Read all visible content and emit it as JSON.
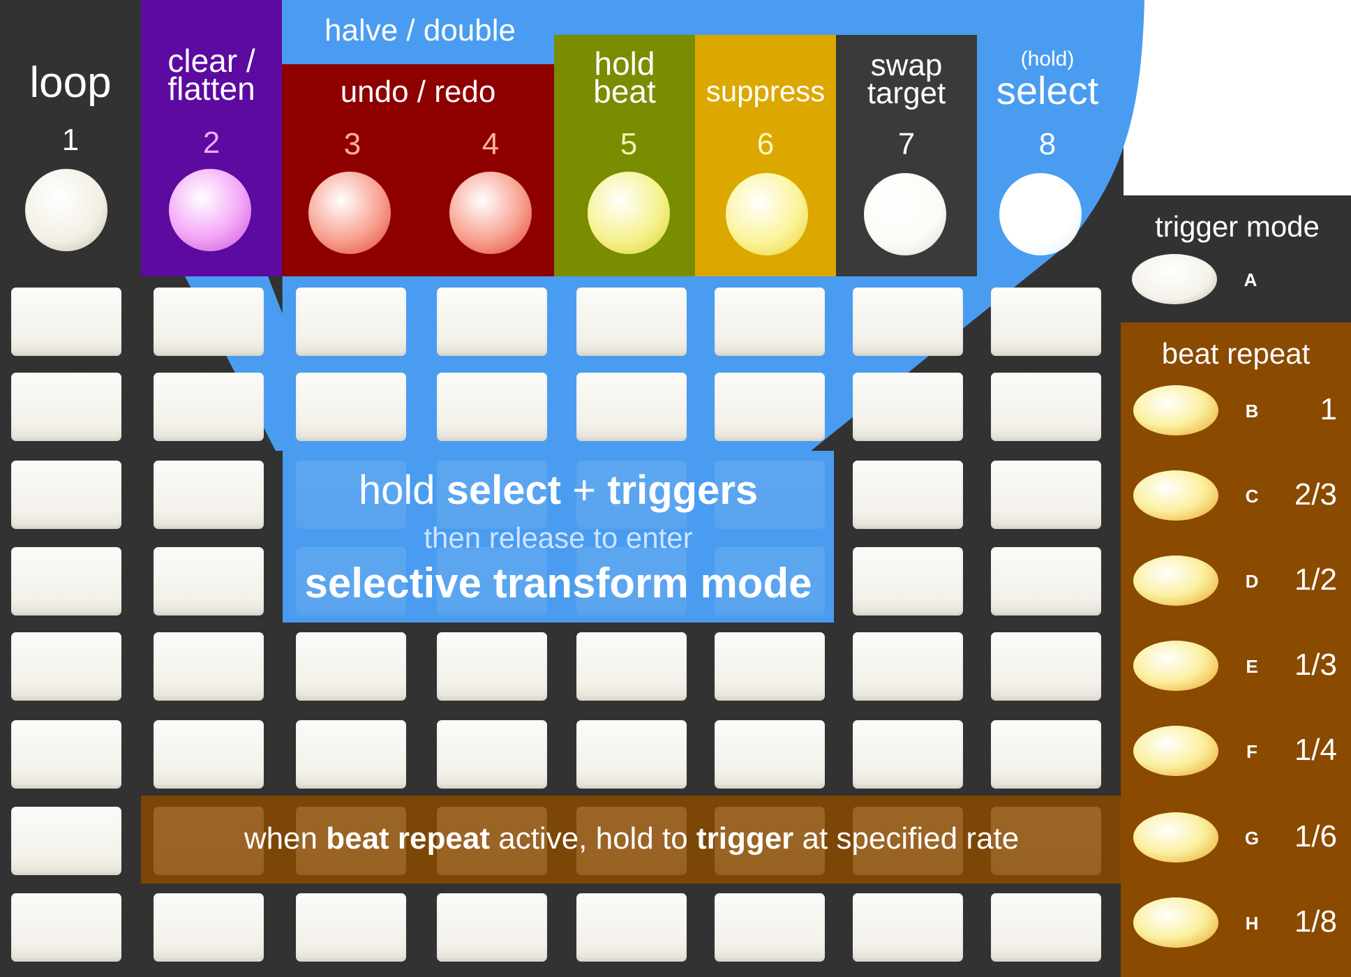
{
  "title": "Launchpad controller layout",
  "top_buttons": [
    {
      "number": "1",
      "label": "loop",
      "color": "#323232",
      "led": "#f2efe4"
    },
    {
      "number": "2",
      "label": "clear / flatten",
      "color": "#5c0aa0",
      "led": "#f4a6f8"
    },
    {
      "number": "3",
      "label": "undo / redo",
      "color": "#8e0000",
      "led": "#f8a090"
    },
    {
      "number": "4",
      "label": "undo / redo",
      "color": "#8e0000",
      "led": "#f8a090"
    },
    {
      "number": "5",
      "label": "hold beat",
      "color": "#7a8c00",
      "led": "#f6f290"
    },
    {
      "number": "6",
      "label": "suppress",
      "color": "#dca800",
      "led": "#fbf49a"
    },
    {
      "number": "7",
      "label": "swap target",
      "color": "#3a3a3a",
      "led": "#fbfbf6"
    },
    {
      "number": "8",
      "label": "select",
      "color": "#4a9cf0",
      "led": "#ffffff"
    }
  ],
  "labels": {
    "loop": "loop",
    "clear": "clear /",
    "flatten": "flatten",
    "halve_double": "halve / double",
    "undo_redo": "undo / redo",
    "hold_beat_1": "hold",
    "hold_beat_2": "beat",
    "suppress": "suppress",
    "swap_1": "swap",
    "swap_2": "target",
    "hold_paren": "(hold)",
    "select": "select",
    "trigger_mode": "trigger mode",
    "beat_repeat": "beat repeat"
  },
  "numbers": [
    "1",
    "2",
    "3",
    "4",
    "5",
    "6",
    "7",
    "8"
  ],
  "side_buttons": [
    {
      "letter": "A",
      "rate": ""
    },
    {
      "letter": "B",
      "rate": "1"
    },
    {
      "letter": "C",
      "rate": "2/3"
    },
    {
      "letter": "D",
      "rate": "1/2"
    },
    {
      "letter": "E",
      "rate": "1/3"
    },
    {
      "letter": "F",
      "rate": "1/4"
    },
    {
      "letter": "G",
      "rate": "1/6"
    },
    {
      "letter": "H",
      "rate": "1/8"
    }
  ],
  "select_box": {
    "line1_pre": "hold ",
    "line1_bold1": "select",
    "line1_mid": " + ",
    "line1_bold2": "triggers",
    "line2": "then release to enter",
    "line3": "selective transform mode"
  },
  "repeat_bar": {
    "t1": "when ",
    "b1": "beat repeat",
    "t2": " active, hold to ",
    "b2": "trigger",
    "t3": " at specified rate"
  },
  "colors": {
    "background": "#323232",
    "select_blue": "#4a9cf0",
    "beat_repeat_brown": "#8a4a00",
    "clear_purple": "#5c0aa0",
    "undo_red": "#8e0000",
    "hold_olive": "#7a8c00",
    "suppress_gold": "#dca800"
  },
  "grid": {
    "rows": 8,
    "cols": 8
  }
}
